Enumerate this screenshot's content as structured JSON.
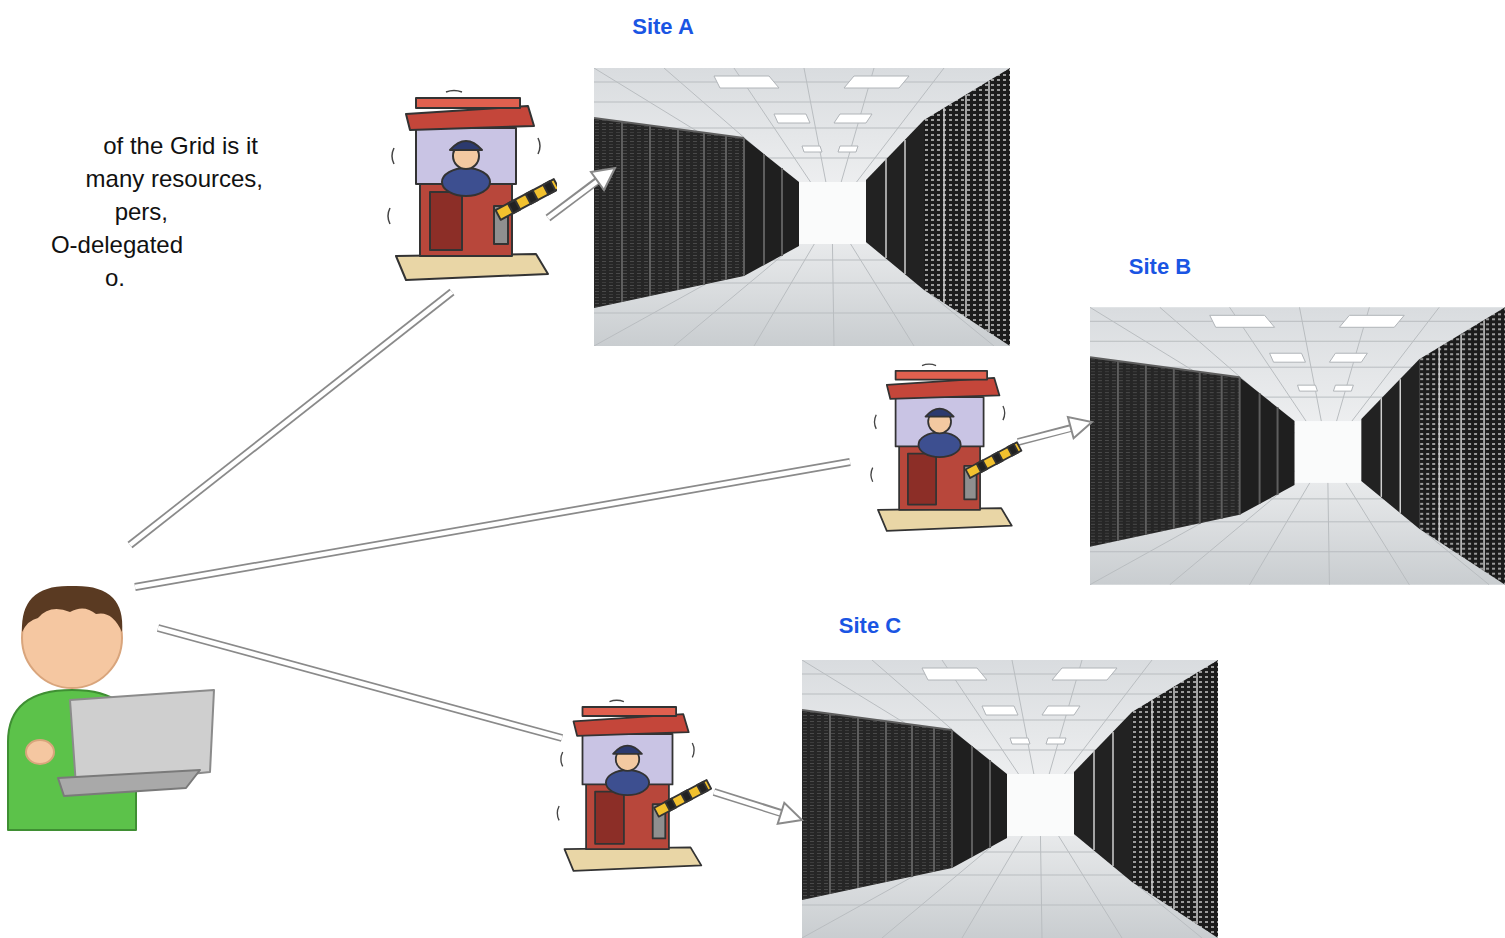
{
  "diagram": {
    "nodes": [
      {
        "text": [
          "Site A"
        ]
      },
      {
        "text": [
          "Site B"
        ]
      },
      {
        "text": [
          "Site C"
        ]
      }
    ],
    "labels": [
      "of the Grid is it",
      "many resources,",
      "pers,",
      "O-delegated",
      "o."
    ]
  }
}
